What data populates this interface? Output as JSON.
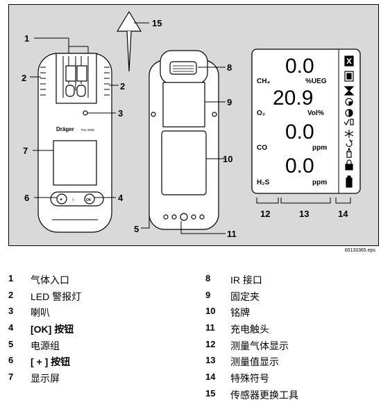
{
  "figure_file": "00133365.eps",
  "device": {
    "brand": "Dräger",
    "model": "Pac 2000",
    "btn_plus": "+",
    "btn_ok": "OK"
  },
  "callouts": {
    "c1": "1",
    "c2a": "2",
    "c2b": "2",
    "c3": "3",
    "c4": "4",
    "c5": "5",
    "c6": "6",
    "c7": "7",
    "c8": "8",
    "c9": "9",
    "c10": "10",
    "c11": "11",
    "c12": "12",
    "c13": "13",
    "c14": "14",
    "c15": "15"
  },
  "display": {
    "rows": [
      {
        "gas": "CH₄",
        "value": "0.0",
        "unit": "%UEG"
      },
      {
        "gas": "O₂",
        "value": "20.9",
        "unit": "Vol%"
      },
      {
        "gas": "CO",
        "value": "0.0",
        "unit": "ppm"
      },
      {
        "gas": "H₂S",
        "value": "0.0",
        "unit": "ppm"
      }
    ],
    "symbols": [
      "close-box-icon",
      "filled-box-icon",
      "hourglass-icon",
      "bump-test-icon",
      "half-circle-icon",
      "check-vial-icon",
      "asterisk-icon",
      "recycle-icon",
      "lamp-icon",
      "lock-icon",
      "battery-icon"
    ]
  },
  "legend_left": [
    {
      "num": "1",
      "text": "气体入口"
    },
    {
      "num": "2",
      "text": "LED 警报灯"
    },
    {
      "num": "3",
      "text": "喇叭"
    },
    {
      "num": "4",
      "text": "[OK] 按钮"
    },
    {
      "num": "5",
      "text": "电源组"
    },
    {
      "num": "6",
      "text": "[ + ] 按钮"
    },
    {
      "num": "7",
      "text": "显示屏"
    }
  ],
  "legend_right": [
    {
      "num": "8",
      "text": "IR 接口"
    },
    {
      "num": "9",
      "text": "固定夹"
    },
    {
      "num": "10",
      "text": "铭牌"
    },
    {
      "num": "11",
      "text": "充电触头"
    },
    {
      "num": "12",
      "text": "测量气体显示"
    },
    {
      "num": "13",
      "text": "测量值显示"
    },
    {
      "num": "14",
      "text": "特殊符号"
    },
    {
      "num": "15",
      "text": "传感器更换工具"
    }
  ]
}
